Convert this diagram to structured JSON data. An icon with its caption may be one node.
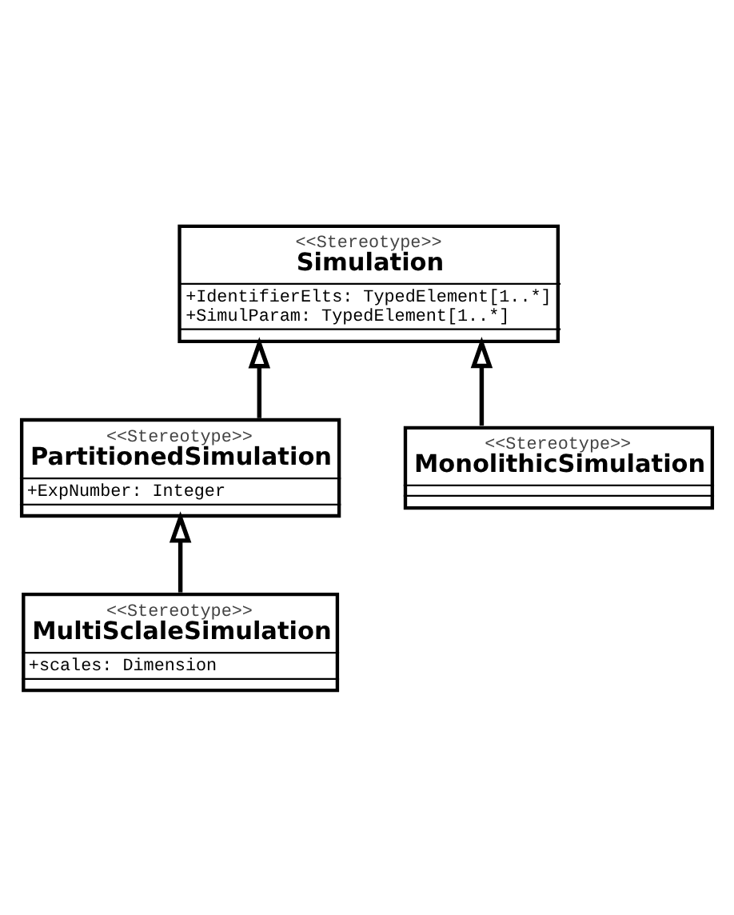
{
  "diagram": {
    "nodes": [
      {
        "text": [
          "<<Stereotype>>",
          "Simulation",
          "+IdentifierElts: TypedElement[1..*]",
          "+SimulParam: TypedElement[1..*]"
        ]
      },
      {
        "text": [
          "<<Stereotype>>",
          "PartitionedSimulation",
          "+ExpNumber: Integer"
        ]
      },
      {
        "text": [
          "<<Stereotype>>",
          "MonolithicSimulation"
        ]
      },
      {
        "text": [
          "<<Stereotype>>",
          "MultiSclaleSimulation",
          "+scales: Dimension"
        ]
      }
    ],
    "edges": [
      {
        "from": 1,
        "to": 0,
        "arrow": "to"
      },
      {
        "from": 2,
        "to": 0,
        "arrow": "to"
      },
      {
        "from": 3,
        "to": 1,
        "arrow": "to"
      }
    ]
  }
}
